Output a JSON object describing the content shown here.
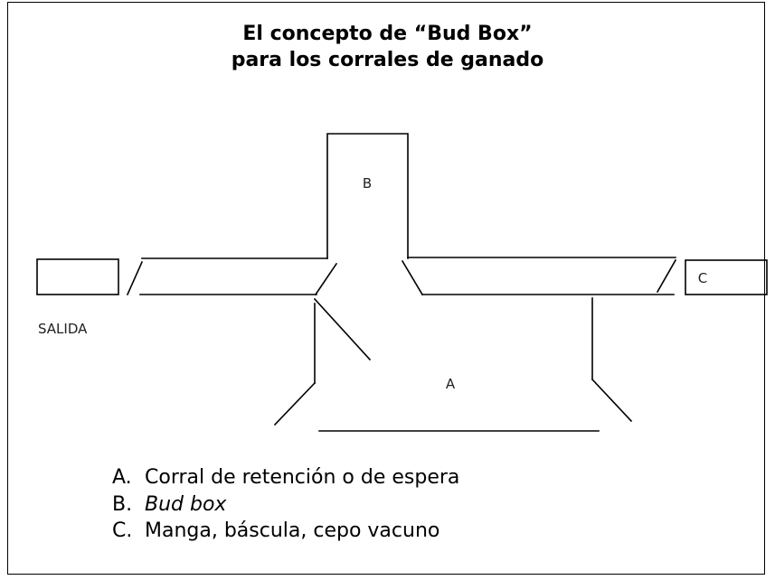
{
  "title": {
    "line1": "El concepto de “Bud Box”",
    "line2": "para los corrales de ganado"
  },
  "diagram": {
    "label_b": "B",
    "label_a": "A",
    "label_c": "C",
    "label_exit": "SALIDA"
  },
  "legend": {
    "items": [
      {
        "letter": "A.",
        "text": "Corral de retención o de espera"
      },
      {
        "letter": "B.",
        "text": "Bud box"
      },
      {
        "letter": "C.",
        "text": "Manga, báscula, cepo vacuno"
      }
    ]
  }
}
